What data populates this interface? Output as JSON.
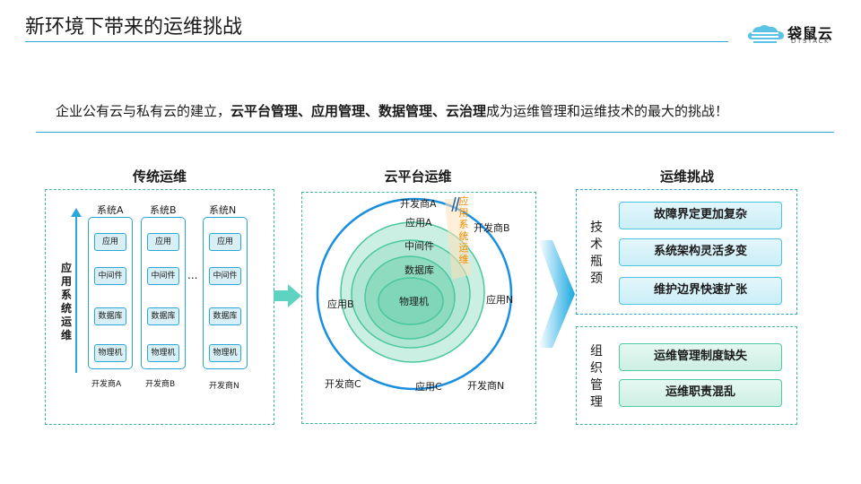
{
  "title": "新环境下带来的运维挑战",
  "logo": {
    "name": "袋鼠云",
    "sub": "DTSTACK"
  },
  "intro": {
    "prefix": "企业公有云与私有云的建立，",
    "highlight": "云平台管理、应用管理、数据管理、云治理",
    "suffix": "成为运维管理和运维技术的最大的挑战！"
  },
  "traditional": {
    "title": "传统运维",
    "axis_label": "应用系统运维",
    "systems": [
      {
        "name": "系统A",
        "layers": [
          "应用",
          "中间件",
          "数据库",
          "物理机"
        ],
        "vendor": "开发商A"
      },
      {
        "name": "系统B",
        "layers": [
          "应用",
          "中间件",
          "数据库",
          "物理机"
        ],
        "vendor": "开发商B"
      },
      {
        "name": "系统N",
        "layers": [
          "应用",
          "中间件",
          "数据库",
          "物理机"
        ],
        "vendor": "开发商N"
      }
    ],
    "ellipsis": "..."
  },
  "cloud": {
    "title": "云平台运维",
    "rings": [
      "应用A",
      "中间件",
      "数据库",
      "物理机"
    ],
    "outer_labels": {
      "top": "开发商A",
      "top_right": "开发商B",
      "left": "应用B",
      "right": "应用N",
      "bottom_left": "开发商C",
      "bottom": "应用C",
      "bottom_right": "开发商N"
    },
    "slice_label": "应用系统运维"
  },
  "challenges": {
    "title": "运维挑战",
    "groups": [
      {
        "label": "技术瓶颈",
        "items": [
          "故障界定更加复杂",
          "系统架构灵活多变",
          "维护边界快速扩张"
        ]
      },
      {
        "label": "组织管理",
        "items": [
          "运维管理制度缺失",
          "运维职责混乱"
        ]
      }
    ]
  },
  "colors": {
    "accent_blue": "#2aa6d8",
    "accent_green": "#3bb99a"
  }
}
